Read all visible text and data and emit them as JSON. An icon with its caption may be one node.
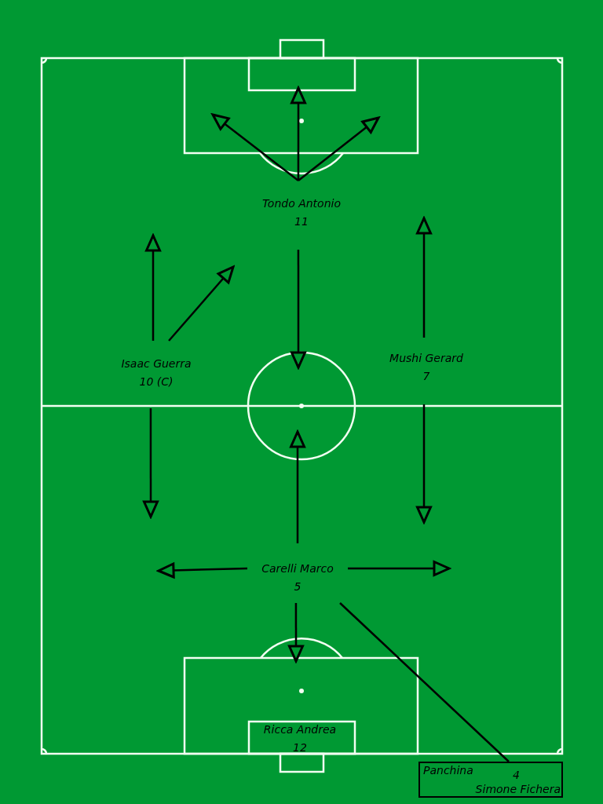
{
  "diagram": {
    "nodes": [
      {
        "text": [
          "Tondo Antonio",
          "11"
        ]
      },
      {
        "text": [
          "Isaac Guerra",
          "10 (C)"
        ]
      },
      {
        "text": [
          "Mushi Gerard",
          "7"
        ]
      },
      {
        "text": [
          "Carelli Marco",
          "5"
        ]
      },
      {
        "text": [
          "Ricca Andrea",
          "12"
        ]
      },
      {
        "text": [
          "Panchina",
          "4",
          "Simone Fichera"
        ]
      }
    ],
    "edges": [
      {
        "from": 0,
        "to": null,
        "arrow": "to"
      },
      {
        "from": 0,
        "to": null,
        "arrow": "to"
      },
      {
        "from": 0,
        "to": null,
        "arrow": "to"
      },
      {
        "from": 0,
        "to": null,
        "arrow": "to"
      },
      {
        "from": 1,
        "to": null,
        "arrow": "to"
      },
      {
        "from": 1,
        "to": null,
        "arrow": "to"
      },
      {
        "from": 1,
        "to": null,
        "arrow": "to"
      },
      {
        "from": 2,
        "to": null,
        "arrow": "to"
      },
      {
        "from": 2,
        "to": null,
        "arrow": "to"
      },
      {
        "from": 3,
        "to": null,
        "arrow": "to"
      },
      {
        "from": 3,
        "to": null,
        "arrow": "to"
      },
      {
        "from": 3,
        "to": null,
        "arrow": "to"
      },
      {
        "from": 3,
        "to": null,
        "arrow": "to"
      },
      {
        "from": 3,
        "to": 5,
        "arrow": "none"
      }
    ]
  }
}
